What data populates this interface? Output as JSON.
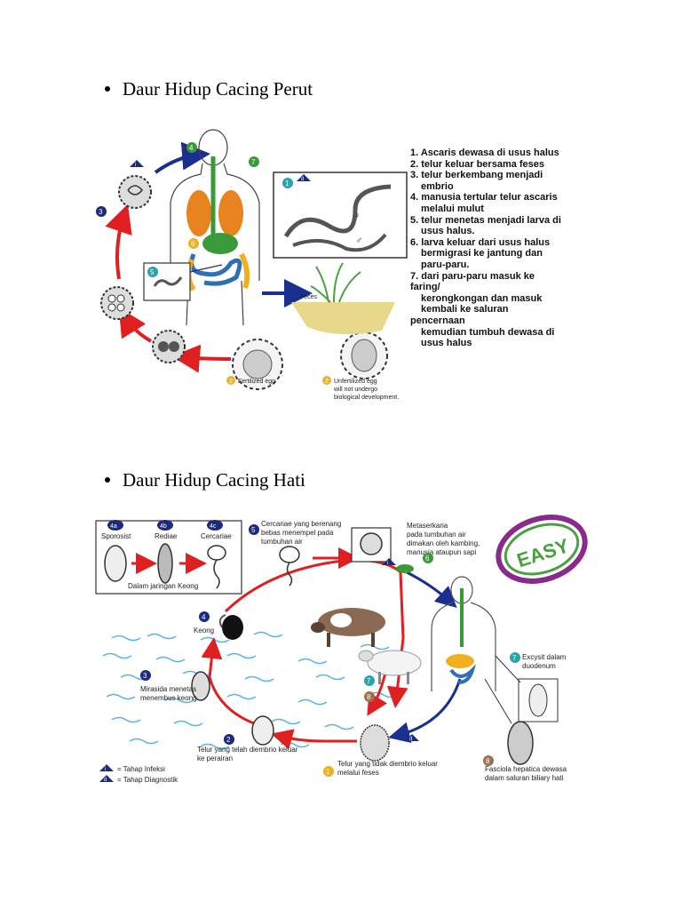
{
  "section1": {
    "heading": "Daur Hidup Cacing Perut",
    "steps": [
      "1. Ascaris dewasa di usus halus",
      "2. telur keluar bersama feses",
      "3. telur berkembang menjadi",
      "   embrio",
      "4. manusia tertular telur ascaris",
      "   melalui mulut",
      "5. telur menetas menjadi larva di",
      "   usus halus.",
      "6. larva keluar dari usus halus",
      "   bermigrasi ke jantung dan",
      "   paru-paru.",
      "7. dari paru-paru masuk ke",
      "faring/",
      "   kerongkongan dan masuk",
      "   kembali ke saluran",
      "pencernaan",
      "   kemudian tumbuh dewasa di",
      "   usus halus"
    ],
    "diagram": {
      "feces_label": "Feces",
      "fertilized_label": "Fertilized egg",
      "unfertilized_label_1": "Unfertilized egg",
      "unfertilized_label_2": "will not undergo",
      "unfertilized_label_3": "biological development.",
      "markers": {
        "n1": "1",
        "n2": "2",
        "n3": "3",
        "n4": "4",
        "n5": "5",
        "n6": "6",
        "n7": "7",
        "i": "i",
        "d": "d"
      },
      "sex_female": "♀",
      "sex_male": "♂"
    }
  },
  "section2": {
    "heading": "Daur Hidup Cacing Hati",
    "diagram": {
      "sporosist": "Sporosist",
      "rediae": "Rediae",
      "cercariae": "Cercariae",
      "m4a": "4a",
      "m4b": "4b",
      "m4c": "4c",
      "dalam_jaringan": "Dalam jaringan Keong",
      "cercariae_desc_1": "Cercariae yang berenang",
      "cercariae_desc_2": "bebas menempel pada",
      "cercariae_desc_3": "tumbuhan air",
      "meta_1": "Metaserkaria",
      "meta_2": "pada  tumbuhan air",
      "meta_3": "dimakan oleh kambing,",
      "meta_4": "manusia ataupun sapi",
      "easy": "EASY",
      "keong": "Keong",
      "mirasida_1": "Mirasida menetas",
      "mirasida_2": "menembus keong",
      "telur_emb_1": "Telur yang telah diembrio keluar",
      "telur_emb_2": "ke perairan",
      "telur_tidak_1": "Telur yang tidak diembrio keluar",
      "telur_tidak_2": "melalui feses",
      "excyst_1": "Excysit dalam",
      "excyst_2": "duodenum",
      "fasciola_1": "Fasciola hepatica dewasa",
      "fasciola_2": "dalam saluran biliary hati",
      "legend_i": "= Tahap Infeksi",
      "legend_d": "= Tahap Diagnostik",
      "markers": {
        "n1": "1",
        "n2": "2",
        "n3": "3",
        "n4": "4",
        "n5": "5",
        "n6": "6",
        "n7": "7",
        "n8": "8",
        "i": "i",
        "d": "d"
      }
    }
  },
  "colors": {
    "red_arrow": "#e02020",
    "blue_arrow": "#1a2f8f",
    "green_marker": "#3a9a3a",
    "teal_marker": "#2ba4a8",
    "orange_marker": "#f0b020",
    "navy_marker": "#1c2a80",
    "water": "#5ab4e6",
    "lung": "#e88420",
    "intestine": "#2e6fb8",
    "stomach": "#3a9a3a"
  }
}
